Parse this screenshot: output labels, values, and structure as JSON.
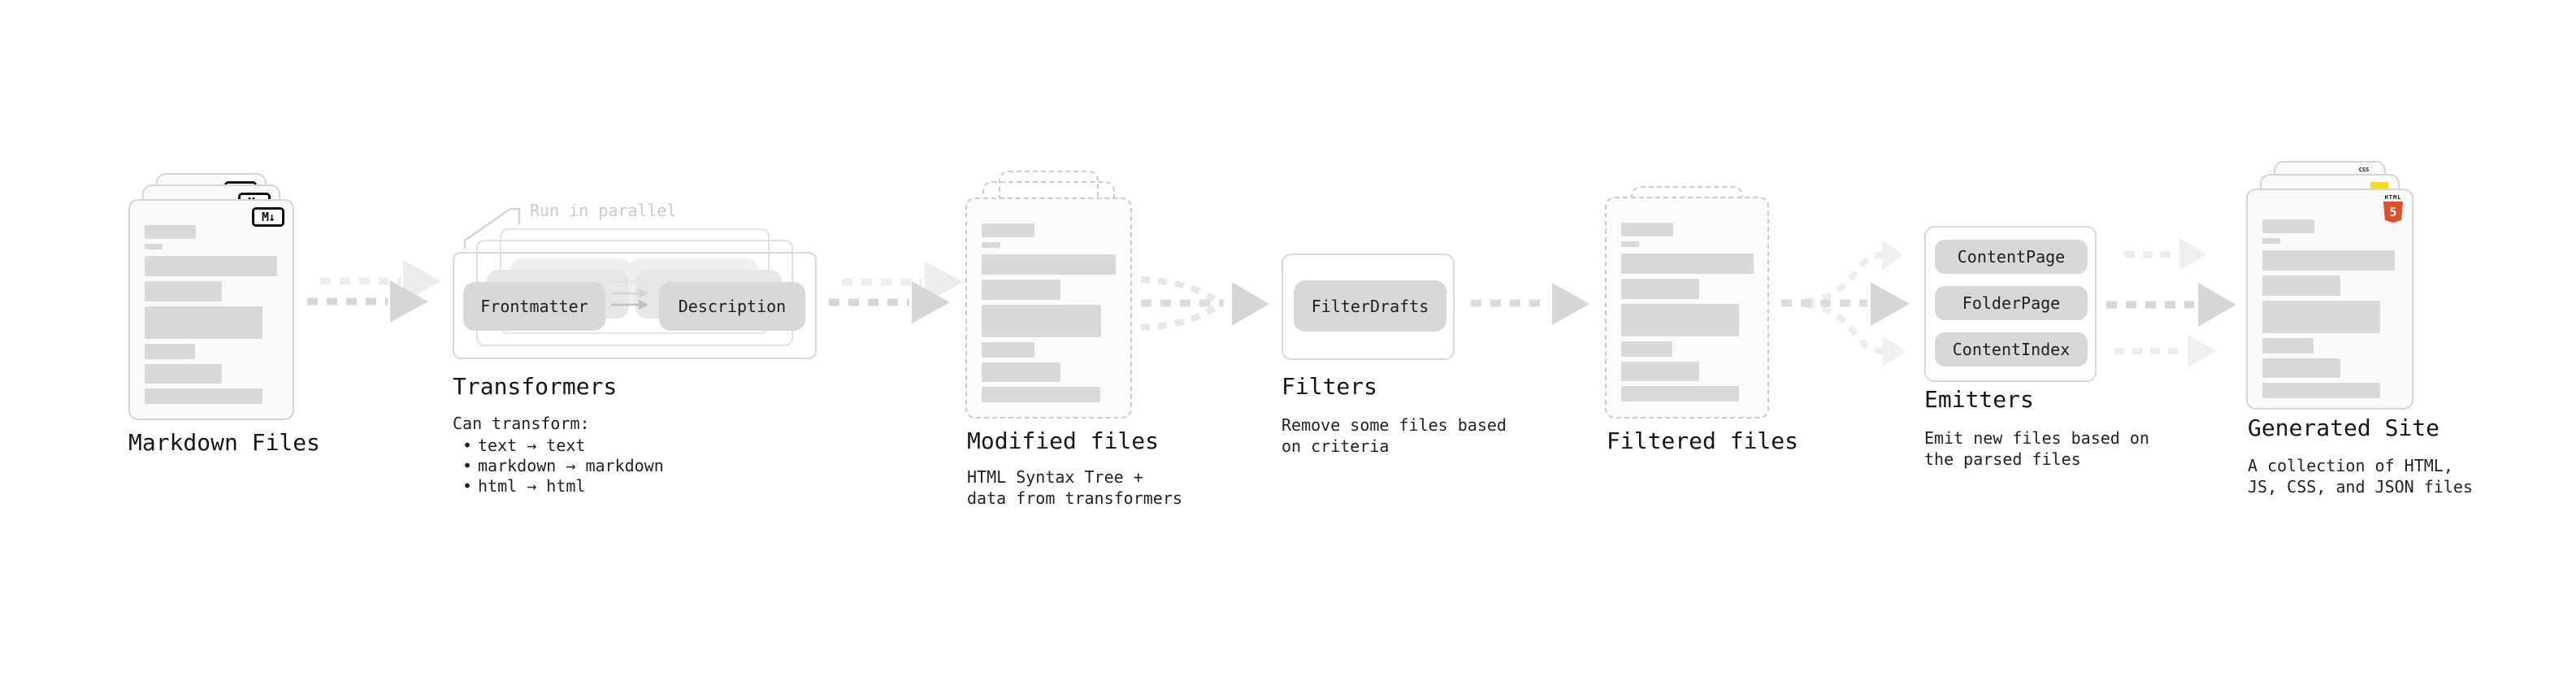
{
  "theme": {
    "text": "#1c1c1c",
    "card_bg": "#fafafa",
    "card_border": "#d5d5d5",
    "dashed_border": "#cbcbcb",
    "bar": "#d9d9d9",
    "pill_bg": "#d8d8d8",
    "arrow_main": "#d6d6d6",
    "arrow_faint": "#ededed",
    "html5_orange": "#e44d26",
    "js_yellow": "#f5de19",
    "css_blue": "#2962ff"
  },
  "glyphs": {
    "bullet": "•"
  },
  "stages": {
    "markdown_files": {
      "label": "Markdown Files",
      "badge": "M↓"
    },
    "transformers": {
      "label": "Transformers",
      "annotation": "Run in parallel",
      "pill_left": "Frontmatter",
      "pill_right": "Description",
      "note_title": "Can transform:",
      "bullets": [
        "text → text",
        "markdown → markdown",
        "html → html"
      ]
    },
    "modified_files": {
      "label": "Modified files",
      "description": "HTML Syntax Tree +\ndata from transformers"
    },
    "filters": {
      "label": "Filters",
      "pill": "FilterDrafts",
      "description": "Remove some files based\non criteria"
    },
    "filtered_files": {
      "label": "Filtered files"
    },
    "emitters": {
      "label": "Emitters",
      "pills": [
        "ContentPage",
        "FolderPage",
        "ContentIndex"
      ],
      "description": "Emit new files based on\nthe parsed files"
    },
    "generated_site": {
      "label": "Generated Site",
      "description": "A collection of HTML,\nJS, CSS, and JSON files",
      "badge_css": "CSS",
      "badge_html_word": "HTML",
      "badge_html_number": "5"
    }
  }
}
